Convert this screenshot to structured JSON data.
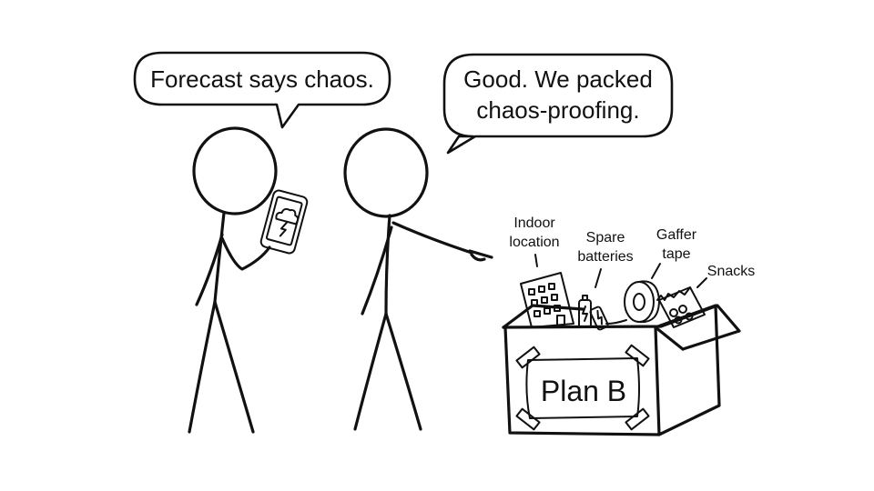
{
  "bubbles": {
    "left": {
      "line1": "Forecast says chaos."
    },
    "right": {
      "line1": "Good. We packed",
      "line2": "chaos-proofing."
    }
  },
  "box": {
    "label": "Plan B"
  },
  "items": {
    "indoor": {
      "line1": "Indoor",
      "line2": "location"
    },
    "batteries": {
      "line1": "Spare",
      "line2": "batteries"
    },
    "tape": {
      "line1": "Gaffer",
      "line2": "tape"
    },
    "snacks": {
      "line1": "Snacks"
    }
  }
}
